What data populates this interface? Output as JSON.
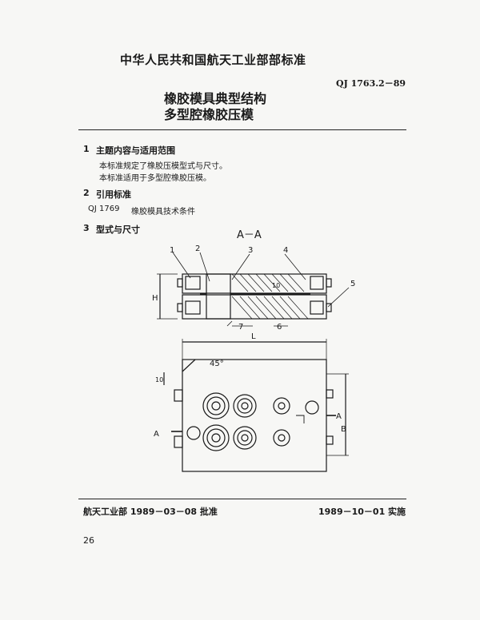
{
  "header": {
    "organization": "中华人民共和国航天工业部部标准",
    "standard_code": "QJ 1763.2－89",
    "title_line1": "橡胶模具典型结构",
    "title_line2": "多型腔橡胶压模"
  },
  "sections": [
    {
      "number": "1",
      "heading": "主题内容与适用范围",
      "paragraphs": [
        "本标准规定了橡胶压模型式与尺寸。",
        "本标准适用于多型腔橡胶压模。"
      ]
    },
    {
      "number": "2",
      "heading": "引用标准",
      "reference_code": "QJ 1769",
      "reference_title": "橡胶模具技术条件"
    },
    {
      "number": "3",
      "heading": "型式与尺寸"
    }
  ],
  "drawing": {
    "section_label": "A－A",
    "callouts": [
      "1",
      "2",
      "3",
      "4",
      "5",
      "6",
      "7"
    ],
    "dims": {
      "height": "H",
      "length": "L",
      "width": "B",
      "thickness": "10",
      "angle": "45°",
      "offset": "10",
      "section_mark": "A"
    }
  },
  "footer": {
    "approved": "航天工业部 1989－03－08 批准",
    "effective": "1989－10－01 实施",
    "page_number": "26"
  }
}
